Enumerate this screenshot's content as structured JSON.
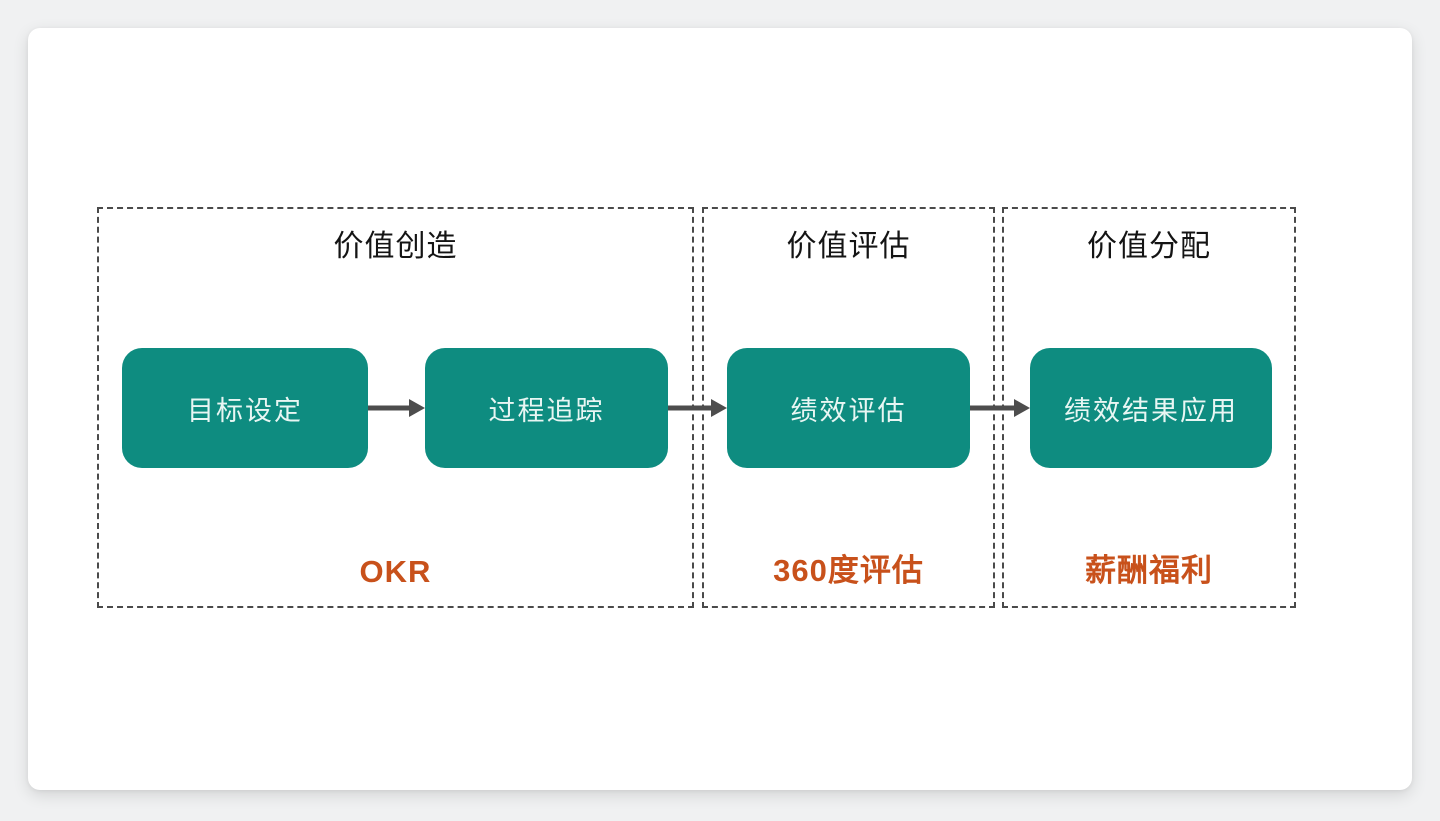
{
  "sections": [
    {
      "title": "价值创造",
      "nodes": [
        "目标设定",
        "过程追踪"
      ],
      "tool_label": "OKR"
    },
    {
      "title": "价值评估",
      "nodes": [
        "绩效评估"
      ],
      "tool_label": "360度评估"
    },
    {
      "title": "价值分配",
      "nodes": [
        "绩效结果应用"
      ],
      "tool_label": "薪酬福利"
    }
  ],
  "colors": {
    "background": "#f0f1f2",
    "card": "#ffffff",
    "node_fill": "#0e8c80",
    "node_text": "#e8f6f3",
    "accent_label": "#c8511b",
    "dashed_border": "#4a4a4a",
    "arrow": "#4d4d4d",
    "title_text": "#141414"
  }
}
